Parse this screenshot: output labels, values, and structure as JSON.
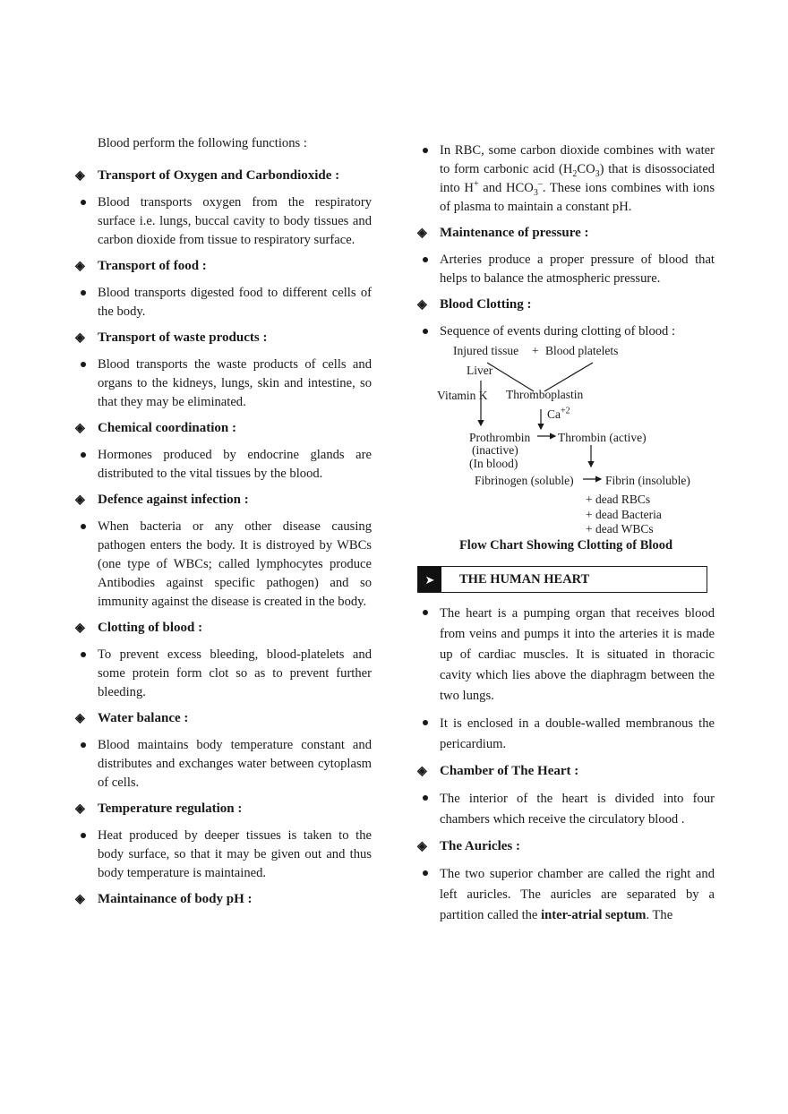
{
  "left": {
    "intro": "Blood perform the following functions :",
    "sections": [
      {
        "heading": "Transport of Oxygen and Carbondioxide :",
        "bullets": [
          "Blood transports oxygen from the respiratory surface i.e. lungs, buccal cavity to body tissues and carbon dioxide from tissue to respiratory surface."
        ]
      },
      {
        "heading": "Transport of food :",
        "bullets": [
          "Blood transports digested food to different cells of the body."
        ]
      },
      {
        "heading": "Transport of waste products :",
        "bullets": [
          "Blood transports the waste products of cells and organs to the kidneys, lungs, skin and intestine, so that they may be eliminated."
        ]
      },
      {
        "heading": "Chemical coordination :",
        "bullets": [
          "Hormones produced by endocrine glands are distributed to the vital tissues by the blood."
        ]
      },
      {
        "heading": "Defence against infection :",
        "bullets": [
          "When bacteria or any other disease causing pathogen enters the body. It is distroyed by WBCs (one type of WBCs; called lymphocytes produce Antibodies against specific pathogen) and so immunity against the disease is created in the body."
        ]
      },
      {
        "heading": "Clotting of blood :",
        "bullets": [
          "To prevent excess bleeding, blood-platelets and some protein form clot so as to prevent further bleeding."
        ]
      },
      {
        "heading": "Water balance :",
        "bullets": [
          "Blood maintains body temperature constant and distributes and exchanges water between cytoplasm of cells."
        ]
      },
      {
        "heading": "Temperature regulation :",
        "bullets": [
          "Heat produced by deeper tissues is taken to the body surface, so that it may  be given out and thus body temperature is maintained."
        ]
      },
      {
        "heading": "Maintainance of body pH :",
        "bullets": []
      }
    ]
  },
  "right": {
    "rbc_bullet": {
      "p1": "In RBC, some carbon dioxide combines with water to form carbonic acid (H",
      "s1": "2",
      "p2": "CO",
      "s2": "3",
      "p3": ") that is disossociated into H",
      "sp1": "+",
      "p4": " and HCO",
      "s3": "3",
      "sp2": "–",
      "p5": ". These ions combines with ions of plasma to maintain a constant pH."
    },
    "pressure": {
      "heading": "Maintenance of pressure :",
      "bullet": "Arteries produce a proper pressure of blood that helps to balance the atmospheric pressure."
    },
    "clotting": {
      "heading": "Blood Clotting :",
      "bullet": "Sequence of events during clotting of blood :"
    },
    "flow": {
      "injured": "Injured tissue",
      "plus": "+",
      "platelets": "Blood platelets",
      "liver": "Liver",
      "vitamin": "Vitamin  K",
      "thromboplastin": "Thromboplastin",
      "ca": "Ca",
      "ca_charge": "+2",
      "prothrombin": "Prothrombin",
      "inactive": "(inactive)",
      "in_blood": "(In blood)",
      "thrombin": "Thrombin  (active)",
      "fibrinogen": "Fibrinogen (soluble)",
      "fibrin": "Fibrin (insoluble)",
      "rbcs": "+ dead RBCs",
      "bacteria": "+ dead Bacteria",
      "wbcs": "+ dead WBCs"
    },
    "caption": "Flow Chart Showing Clotting of Blood",
    "section_title": "THE HUMAN HEART",
    "heart_bullets": [
      "The heart is a pumping organ that receives blood from veins and pumps it into the arteries it is made up of cardiac muscles. It is situated in thoracic cavity which lies above the diaphragm between the two lungs.",
      "It is enclosed in a double-walled membranous the pericardium."
    ],
    "chamber": {
      "heading": "Chamber of The Heart :",
      "bullet": "The interior of the heart is divided into four chambers which receive the circulatory blood ."
    },
    "auricles": {
      "heading": "The Auricles :",
      "bullet_a": "The two superior chamber are called the right and left auricles. The auricles are separated by a partition called the ",
      "bullet_bold": "inter-atrial septum",
      "bullet_b": ". The"
    }
  }
}
